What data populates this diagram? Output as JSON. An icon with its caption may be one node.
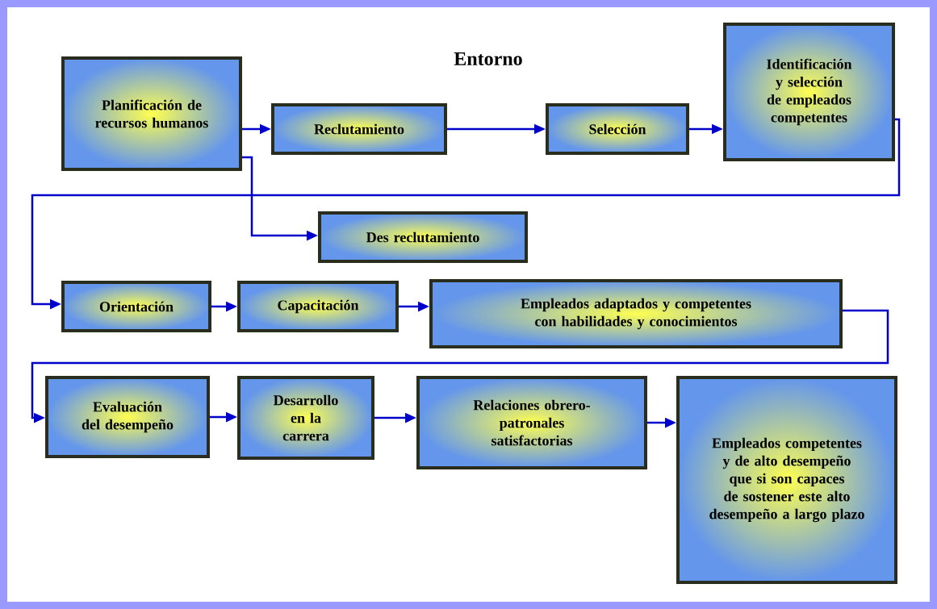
{
  "diagram": {
    "title": "Entorno",
    "nodes": [
      {
        "text": [
          "Planificación de recursos humanos"
        ]
      },
      {
        "text": [
          "Reclutamiento"
        ]
      },
      {
        "text": [
          "Selección"
        ]
      },
      {
        "text": [
          "Identificación y selección de empleados competentes"
        ]
      },
      {
        "text": [
          "Des reclutamiento"
        ]
      },
      {
        "text": [
          "Orientación"
        ]
      },
      {
        "text": [
          "Capacitación"
        ]
      },
      {
        "text": [
          "Empleados adaptados y competentes con habilidades y conocimientos"
        ]
      },
      {
        "text": [
          "Evaluación del desempeño"
        ]
      },
      {
        "text": [
          "Desarrollo en la carrera"
        ]
      },
      {
        "text": [
          "Relaciones obrero-patronales satisfactorias"
        ]
      },
      {
        "text": [
          "Empleados competentes y de alto desempeño que si son capaces de sostener este alto desempeño a largo plazo"
        ]
      }
    ],
    "edges": [
      {
        "from": 0,
        "to": 1,
        "arrow": "to"
      },
      {
        "from": 1,
        "to": 2,
        "arrow": "to"
      },
      {
        "from": 2,
        "to": 3,
        "arrow": "to"
      },
      {
        "from": 3,
        "to": 5,
        "arrow": "to"
      },
      {
        "from": 0,
        "to": 4,
        "arrow": "to"
      },
      {
        "from": 5,
        "to": 6,
        "arrow": "to"
      },
      {
        "from": 6,
        "to": 7,
        "arrow": "to"
      },
      {
        "from": 7,
        "to": 8,
        "arrow": "to"
      },
      {
        "from": 8,
        "to": 9,
        "arrow": "to"
      },
      {
        "from": 9,
        "to": 10,
        "arrow": "to"
      },
      {
        "from": 10,
        "to": 11,
        "arrow": "to"
      }
    ]
  }
}
